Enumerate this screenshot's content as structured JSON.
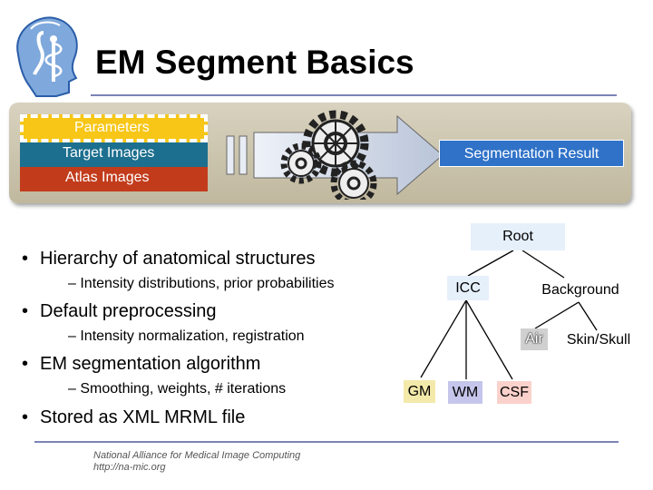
{
  "title": "EM Segment Basics",
  "pipeline": {
    "inputs": [
      "Parameters",
      "Target Images",
      "Atlas Images"
    ],
    "output": "Segmentation Result"
  },
  "bullets": [
    {
      "text": "Hierarchy of anatomical structures",
      "sub": "Intensity distributions, prior probabilities"
    },
    {
      "text": "Default preprocessing",
      "sub": "Intensity normalization, registration"
    },
    {
      "text": "EM segmentation algorithm",
      "sub": "Smoothing, weights, # iterations"
    },
    {
      "text": "Stored as XML MRML file",
      "sub": ""
    }
  ],
  "tree": {
    "root": "Root",
    "icc": "ICC",
    "background": "Background",
    "air": "Air",
    "skull": "Skin/Skull",
    "gm": "GM",
    "wm": "WM",
    "csf": "CSF"
  },
  "footer": {
    "line1": "National Alliance for Medical Image Computing",
    "line2": "http://na-mic.org"
  },
  "colors": {
    "parameters": "#f7c617",
    "target_images": "#1d6f8f",
    "atlas_images": "#c23c1c",
    "segmentation_result": "#2f72c8",
    "rule": "#7b83b6"
  }
}
